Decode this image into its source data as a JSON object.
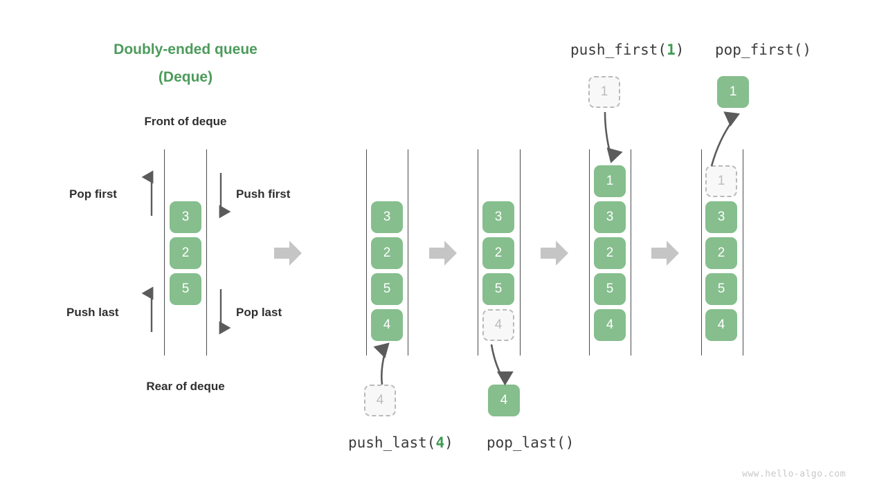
{
  "diagram": {
    "title_line1": "Doubly-ended queue",
    "title_line2": "(Deque)",
    "front_label": "Front of deque",
    "rear_label": "Rear of deque",
    "side_labels": {
      "pop_first": "Pop first",
      "push_first": "Push first",
      "push_last": "Push last",
      "pop_last": "Pop last"
    },
    "watermark": "www.hello-algo.com",
    "colors": {
      "accent_green": "#4c9b5b",
      "cell_green": "#86be8d",
      "ghost_fill": "#f8f8f8",
      "ghost_border": "#b9b9b9",
      "ghost_text": "#bdbdbd",
      "rail": "#4a4a4a",
      "thin_arrow": "#5b5b5b",
      "big_arrow": "#c5c5c5",
      "label_text": "#2f2f2f",
      "watermark_text": "#c8c8c8"
    },
    "operations": {
      "push_last": {
        "prefix": "push_last(",
        "arg": "4",
        "suffix": ")"
      },
      "pop_last": {
        "prefix": "pop_last()",
        "arg": "",
        "suffix": ""
      },
      "push_first": {
        "prefix": "push_first(",
        "arg": "1",
        "suffix": ")"
      },
      "pop_first": {
        "prefix": "pop_first()",
        "arg": "",
        "suffix": ""
      }
    },
    "deques": [
      {
        "name": "base-deque",
        "cells": [
          {
            "value": "3",
            "state": "solid"
          },
          {
            "value": "2",
            "state": "solid"
          },
          {
            "value": "5",
            "state": "solid"
          }
        ],
        "external_cell": null
      },
      {
        "name": "deque-after-push-last",
        "cells": [
          {
            "value": "3",
            "state": "solid"
          },
          {
            "value": "2",
            "state": "solid"
          },
          {
            "value": "5",
            "state": "solid"
          },
          {
            "value": "4",
            "state": "solid"
          }
        ],
        "external_cell": {
          "value": "4",
          "state": "ghost",
          "position": "bottom"
        }
      },
      {
        "name": "deque-before-pop-last",
        "cells": [
          {
            "value": "3",
            "state": "solid"
          },
          {
            "value": "2",
            "state": "solid"
          },
          {
            "value": "5",
            "state": "solid"
          },
          {
            "value": "4",
            "state": "ghost"
          }
        ],
        "external_cell": {
          "value": "4",
          "state": "solid",
          "position": "bottom"
        }
      },
      {
        "name": "deque-after-push-first",
        "cells": [
          {
            "value": "1",
            "state": "solid"
          },
          {
            "value": "3",
            "state": "solid"
          },
          {
            "value": "2",
            "state": "solid"
          },
          {
            "value": "5",
            "state": "solid"
          },
          {
            "value": "4",
            "state": "solid"
          }
        ],
        "external_cell": {
          "value": "1",
          "state": "ghost",
          "position": "top"
        }
      },
      {
        "name": "deque-before-pop-first",
        "cells": [
          {
            "value": "1",
            "state": "ghost"
          },
          {
            "value": "3",
            "state": "solid"
          },
          {
            "value": "2",
            "state": "solid"
          },
          {
            "value": "5",
            "state": "solid"
          },
          {
            "value": "4",
            "state": "solid"
          }
        ],
        "external_cell": {
          "value": "1",
          "state": "solid",
          "position": "top"
        }
      }
    ]
  }
}
